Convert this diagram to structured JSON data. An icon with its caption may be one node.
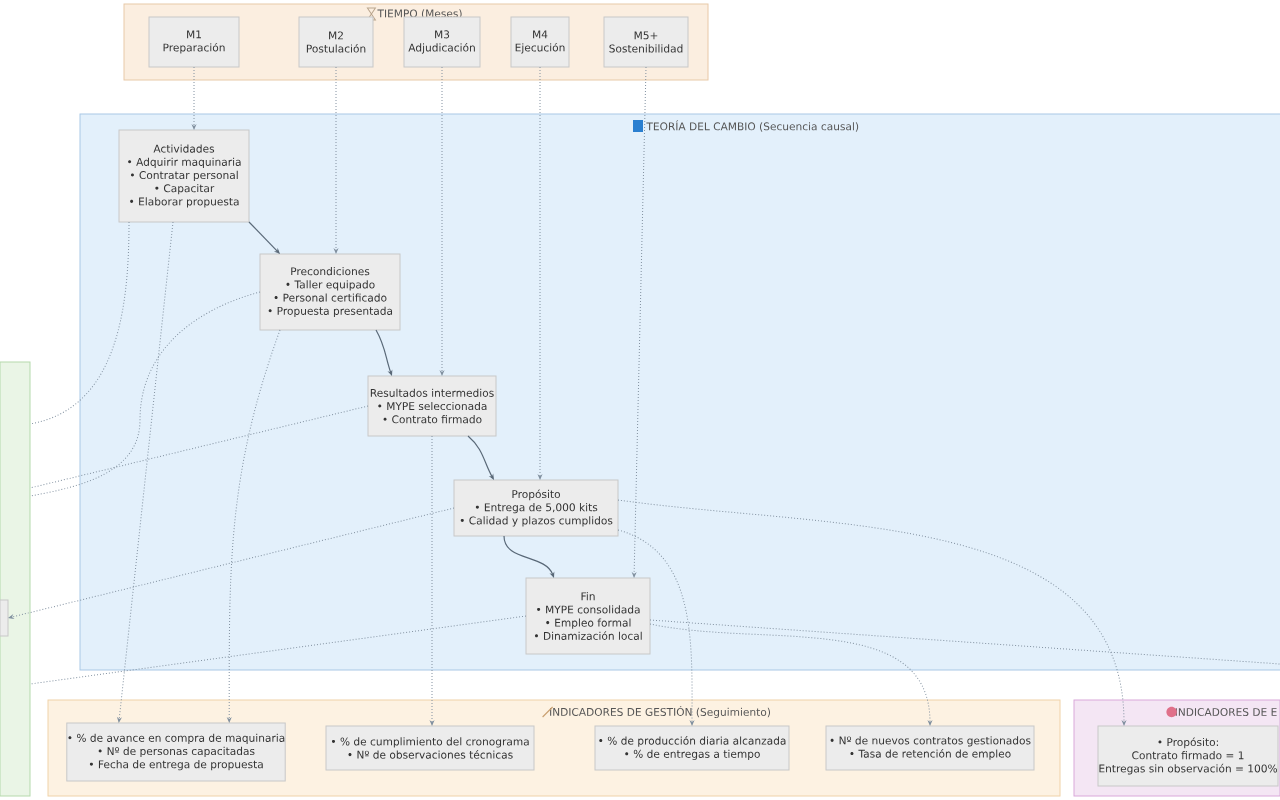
{
  "diagram": {
    "nodes": [
      {
        "text": [
          "TIEMPO (Meses)"
        ]
      },
      {
        "text": [
          "M1",
          "Preparación"
        ],
        "in": 0
      },
      {
        "text": [
          "M2",
          "Postulación"
        ],
        "in": 0
      },
      {
        "text": [
          "M3",
          "Adjudicación"
        ],
        "in": 0
      },
      {
        "text": [
          "M4",
          "Ejecución"
        ],
        "in": 0
      },
      {
        "text": [
          "M5+",
          "Sostenibilidad"
        ],
        "in": 0
      },
      {
        "text": [
          "TEORÍA DEL CAMBIO (Secuencia causal)"
        ]
      },
      {
        "text": [
          "Actividades",
          "• Adquirir maquinaria",
          "• Contratar personal",
          "• Capacitar",
          "• Elaborar propuesta"
        ],
        "in": 6
      },
      {
        "text": [
          "Precondiciones",
          "• Taller equipado",
          "• Personal certificado",
          "• Propuesta presentada"
        ],
        "in": 6
      },
      {
        "text": [
          "Resultados intermedios",
          "• MYPE seleccionada",
          "• Contrato firmado"
        ],
        "in": 6
      },
      {
        "text": [
          "Propósito",
          "• Entrega de 5,000 kits",
          "• Calidad y plazos cumplidos"
        ],
        "in": 6
      },
      {
        "text": [
          "Fin",
          "• MYPE consolidada",
          "• Empleo formal",
          "• Dinamización local"
        ],
        "in": 6
      },
      {
        "text": [
          "INDICADORES DE GESTIÓN (Seguimiento)"
        ]
      },
      {
        "text": [
          "• % de avance en compra de maquinaria",
          "• Nº de personas capacitadas",
          "• Fecha de entrega de propuesta"
        ],
        "in": 12
      },
      {
        "text": [
          "• % de cumplimiento del cronograma",
          "• Nº de observaciones técnicas"
        ],
        "in": 12
      },
      {
        "text": [
          "• % de producción diaria alcanzada",
          "• % de entregas a tiempo"
        ],
        "in": 12
      },
      {
        "text": [
          "• Nº de nuevos contratos gestionados",
          "• Tasa de retención de empleo"
        ],
        "in": 12
      },
      {
        "text": [
          "INDICADORES DE E"
        ]
      },
      {
        "text": [
          "• Propósito:",
          "Contrato firmado = 1",
          "Entregas sin observación = 100%"
        ],
        "in": 17
      },
      {
        "text": [],
        "shape": "box"
      },
      {
        "text": [],
        "shape": "box",
        "in": 19
      }
    ],
    "edges": [
      {
        "from": 1,
        "to": 7,
        "arrow": "to",
        "style": "dashed"
      },
      {
        "from": 2,
        "to": 8,
        "arrow": "to",
        "style": "dashed"
      },
      {
        "from": 3,
        "to": 9,
        "arrow": "to",
        "style": "dashed"
      },
      {
        "from": 4,
        "to": 10,
        "arrow": "to",
        "style": "dashed"
      },
      {
        "from": 5,
        "to": 11,
        "arrow": "to",
        "style": "dashed"
      },
      {
        "from": 7,
        "to": 8,
        "arrow": "to"
      },
      {
        "from": 8,
        "to": 9,
        "arrow": "to"
      },
      {
        "from": 9,
        "to": 10,
        "arrow": "to"
      },
      {
        "from": 10,
        "to": 11,
        "arrow": "to"
      },
      {
        "from": 7,
        "to": 13,
        "arrow": "to",
        "style": "dashed"
      },
      {
        "from": 8,
        "to": 13,
        "arrow": "to",
        "style": "dashed"
      },
      {
        "from": 9,
        "to": 14,
        "arrow": "to",
        "style": "dashed"
      },
      {
        "from": 10,
        "to": 15,
        "arrow": "to",
        "style": "dashed"
      },
      {
        "from": 11,
        "to": 16,
        "arrow": "to",
        "style": "dashed"
      },
      {
        "from": 10,
        "to": 18,
        "arrow": "to",
        "style": "dashed"
      },
      {
        "from": 7,
        "to": 19,
        "arrow": "none",
        "style": "dashed"
      },
      {
        "from": 8,
        "to": 19,
        "arrow": "none",
        "style": "dashed"
      },
      {
        "from": 9,
        "to": 19,
        "arrow": "none",
        "style": "dashed"
      },
      {
        "from": 10,
        "to": 20,
        "arrow": "to",
        "style": "dashed"
      },
      {
        "from": 11,
        "to": 19,
        "arrow": "none",
        "style": "dashed"
      },
      {
        "from": 11,
        "to": null,
        "arrow": "none",
        "style": "dashed"
      }
    ]
  }
}
